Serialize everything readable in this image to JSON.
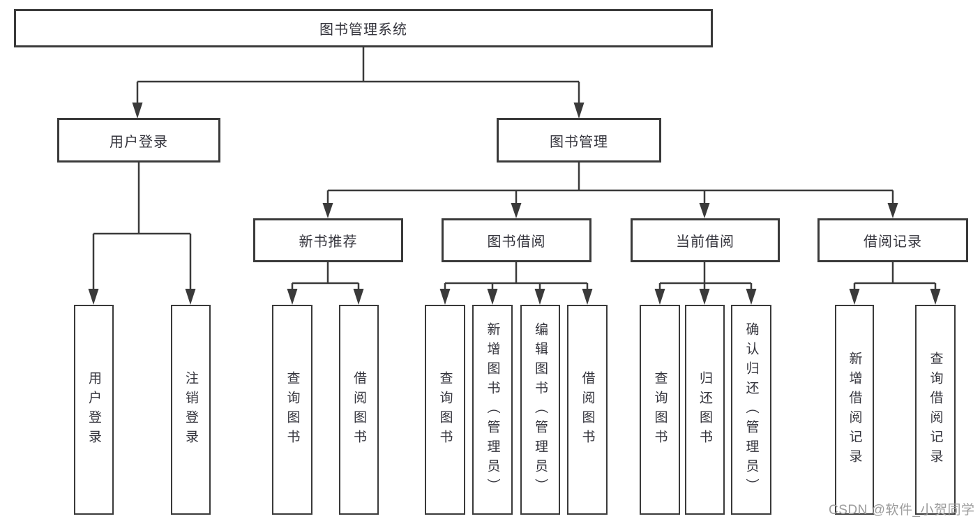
{
  "colors": {
    "line": "#3a3a3a",
    "box_border": "#3a3a3a",
    "text": "#34343c",
    "watermark_gray": "#9b9b9b",
    "background": "#ffffff"
  },
  "watermark": "CSDN @软件_小贺同学",
  "diagram": {
    "root": "图书管理系统",
    "user": {
      "label": "用户登录",
      "children": [
        "用户登录",
        "注销登录"
      ]
    },
    "mgmt": {
      "label": "图书管理",
      "groups": [
        {
          "label": "新书推荐",
          "children": [
            "查询图书",
            "借阅图书"
          ]
        },
        {
          "label": "图书借阅",
          "children": [
            "查询图书",
            "新增图书（管理员）",
            "编辑图书（管理员）",
            "借阅图书"
          ]
        },
        {
          "label": "当前借阅",
          "children": [
            "查询图书",
            "归还图书",
            "确认归还（管理员）"
          ]
        },
        {
          "label": "借阅记录",
          "children": [
            "新增借阅记录",
            "查询借阅记录"
          ]
        }
      ]
    }
  }
}
